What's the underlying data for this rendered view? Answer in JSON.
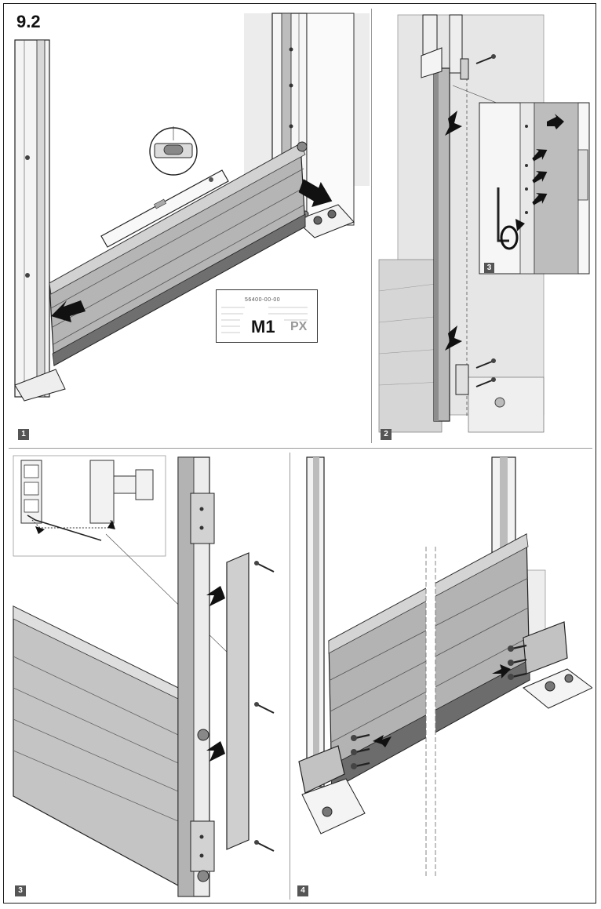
{
  "section_title": "9.2",
  "steps": [
    {
      "badge": "1"
    },
    {
      "badge": "2"
    },
    {
      "badge": "3"
    },
    {
      "badge": "4"
    }
  ],
  "inset": {
    "badge": "3"
  },
  "type_label": {
    "article_code": "56400-00-00",
    "model": "M1",
    "variant": "PX"
  },
  "colors": {
    "panel_fill": "#b5b5b5",
    "panel_dark": "#8a8a8a",
    "frame_line": "#222222",
    "background_gray": "#e4e4e4",
    "badge": "#555555",
    "arrow": "#111111"
  },
  "icons": [
    "spirit-level-icon",
    "push-arrow-icon",
    "screw-icon",
    "allen-key-icon",
    "rotate-arrow-icon"
  ]
}
